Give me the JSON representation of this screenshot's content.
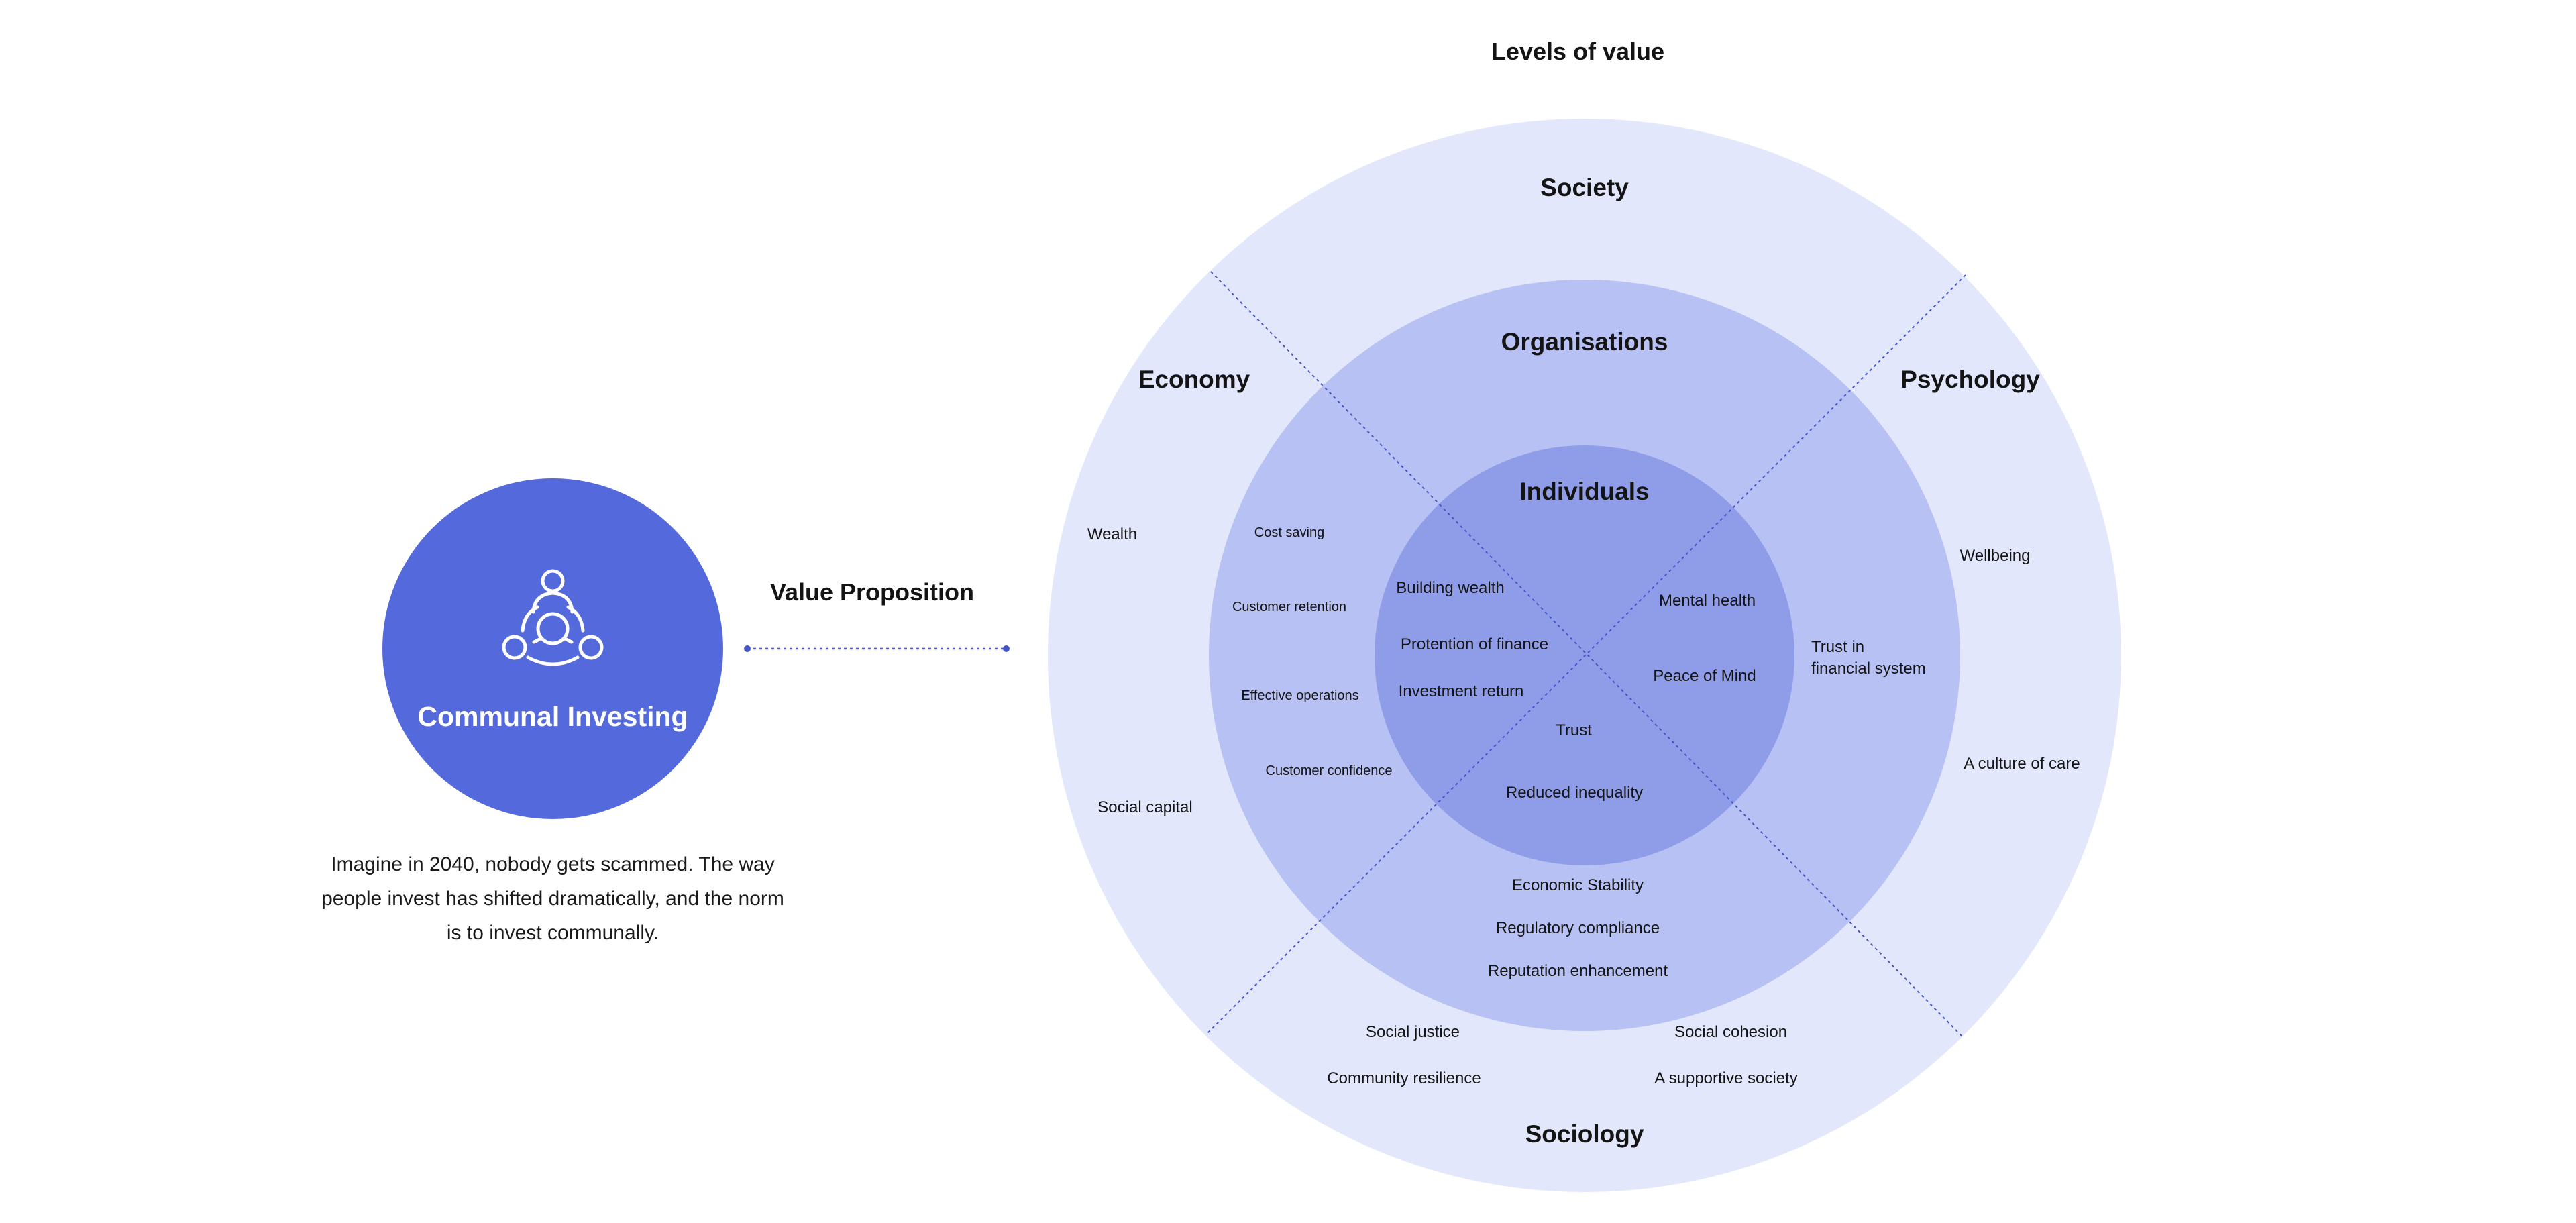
{
  "diagram": {
    "title": "Levels of value",
    "rings": {
      "outer": "Society",
      "middle": "Organisations",
      "inner": "Individuals"
    },
    "categories": {
      "left": "Economy",
      "right": "Psychology",
      "bottom": "Sociology"
    },
    "outer_items": {
      "left": [
        "Wealth",
        "Social capital"
      ],
      "right": [
        "Wellbeing",
        "A culture of care"
      ],
      "bottom": [
        "Social justice",
        "Social cohesion",
        "Community resilience",
        "A supportive society"
      ]
    },
    "middle_items": {
      "left": [
        "Cost saving",
        "Customer retention",
        "Effective operations",
        "Customer confidence"
      ],
      "right": [
        "Trust in",
        "financial system"
      ],
      "bottom": [
        "Economic Stability",
        "Regulatory compliance",
        "Reputation enhancement"
      ]
    },
    "inner_items": {
      "left": [
        "Building wealth",
        "Protention of finance",
        "Investment return"
      ],
      "right": [
        "Mental health",
        "Peace of Mind"
      ],
      "bottom": [
        "Trust",
        "Reduced inequality"
      ]
    },
    "colors": {
      "outer_ring": "#e3e7fb",
      "middle_ring": "#b7c1f3",
      "inner_ring": "#8f9de9",
      "hub": "#5369dc",
      "dotted_line": "#4455c8"
    }
  },
  "hub": {
    "icon": "community-people-icon",
    "label": "Communal Investing",
    "description": [
      "Imagine in 2040, nobody gets scammed. The way",
      "people invest has shifted dramatically, and the norm",
      "is to invest communally."
    ]
  },
  "connector": {
    "label": "Value Proposition"
  }
}
